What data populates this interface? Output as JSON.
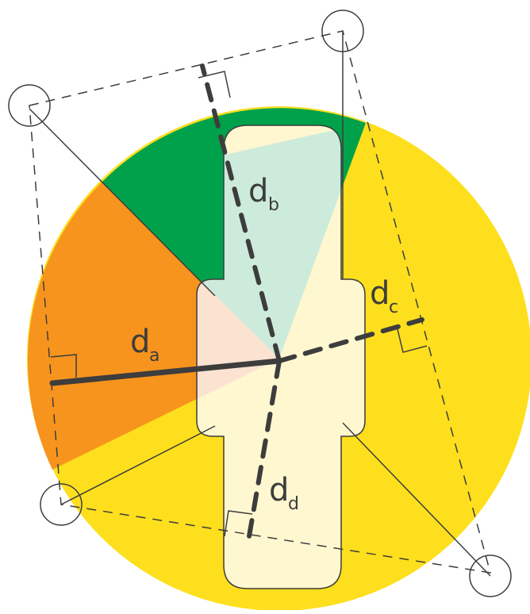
{
  "colors": {
    "orange": "#f7941d",
    "green": "#00a14b",
    "yellow": "#fddf1d",
    "shape_fill_orange": "#fbe2d1",
    "shape_fill_green": "#cdebdb",
    "shape_fill_yellow": "#fff7cf",
    "stroke": "#3d3d3d"
  },
  "labels": {
    "da": {
      "main": "d",
      "sub": "a"
    },
    "db": {
      "main": "d",
      "sub": "b"
    },
    "dc": {
      "main": "d",
      "sub": "c"
    },
    "dd": {
      "main": "d",
      "sub": "d"
    }
  }
}
